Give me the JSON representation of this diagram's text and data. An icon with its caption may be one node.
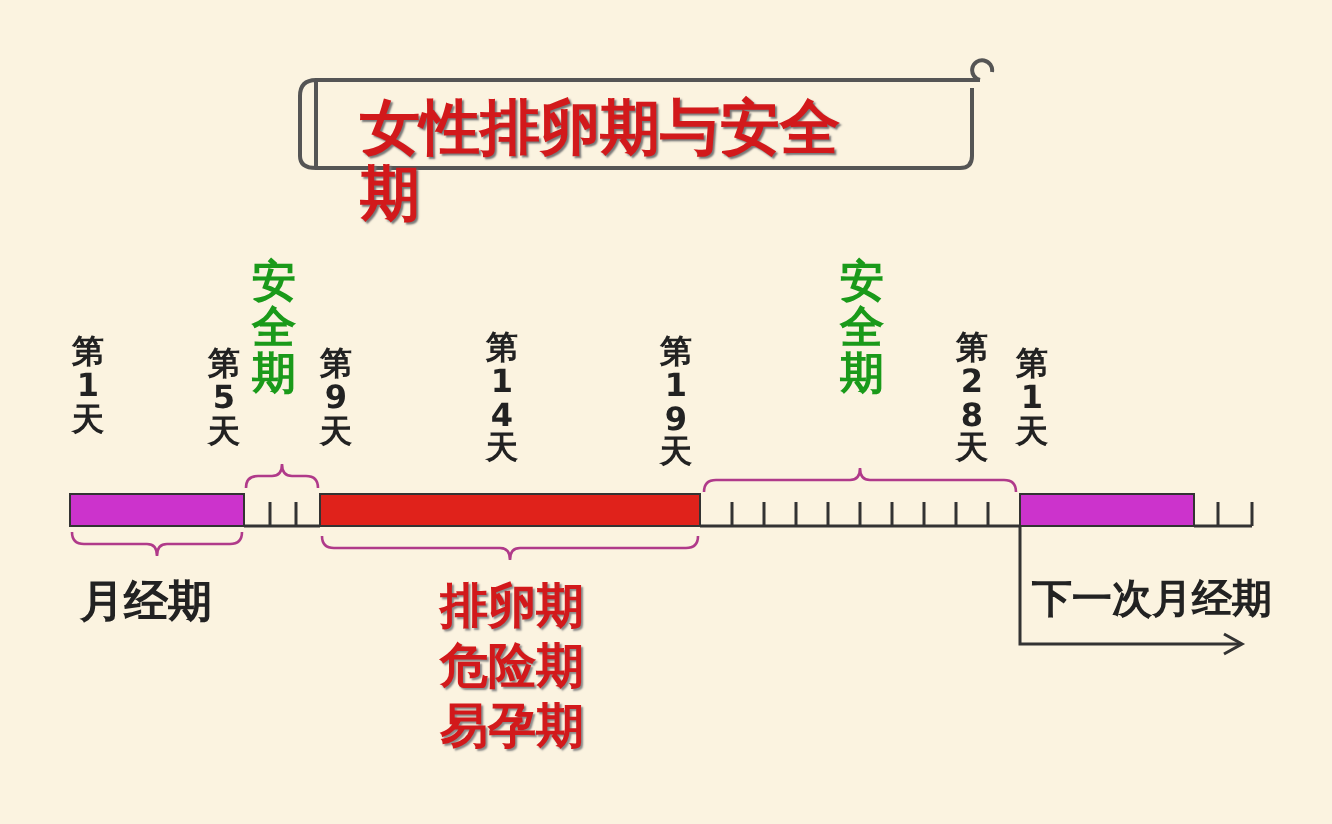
{
  "diagram": {
    "title": "女性排卵期与安全期",
    "labels": [
      "第1天",
      "第5天",
      "安全期",
      "第9天",
      "第14天",
      "第19天",
      "安全期",
      "第28天",
      "第1天",
      "月经期",
      "排卵期",
      "危险期",
      "易孕期",
      "下一次月经期"
    ]
  }
}
